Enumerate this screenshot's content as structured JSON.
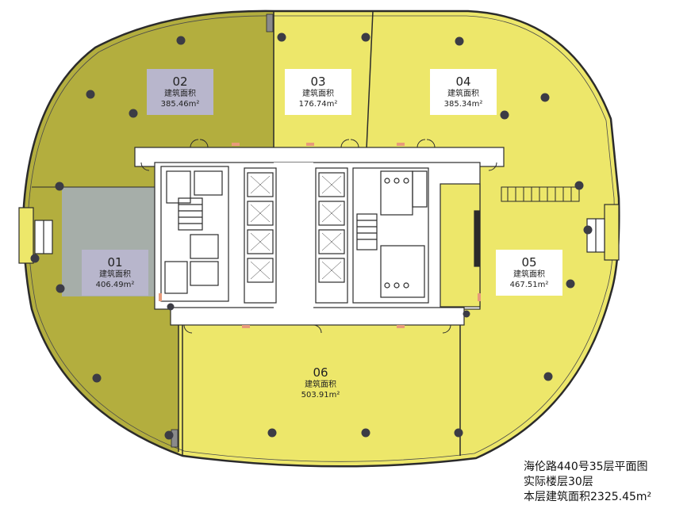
{
  "floorplan": {
    "units": [
      {
        "id": "01",
        "caption": "建筑面积",
        "area": "406.49m²",
        "style": "grey"
      },
      {
        "id": "02",
        "caption": "建筑面积",
        "area": "385.46m²",
        "style": "grey"
      },
      {
        "id": "03",
        "caption": "建筑面积",
        "area": "176.74m²",
        "style": "white"
      },
      {
        "id": "04",
        "caption": "建筑面积",
        "area": "385.34m²",
        "style": "white"
      },
      {
        "id": "05",
        "caption": "建筑面积",
        "area": "467.51m²",
        "style": "white"
      },
      {
        "id": "06",
        "caption": "建筑面积",
        "area": "503.91m²",
        "style": "white"
      }
    ],
    "colors": {
      "leased_olive": "#b3ae3e",
      "available_yellow": "#ede76a",
      "grey_glass": "#a3aebc",
      "core_white": "#ffffff",
      "wall": "#2b2b2b",
      "column": "#3c3c45",
      "door_marker": "#e89a7a"
    }
  },
  "caption": {
    "line1": "海伦路440号35层平面图",
    "line2": "实际楼层30层",
    "line3": "本层建筑面积2325.45m²"
  }
}
